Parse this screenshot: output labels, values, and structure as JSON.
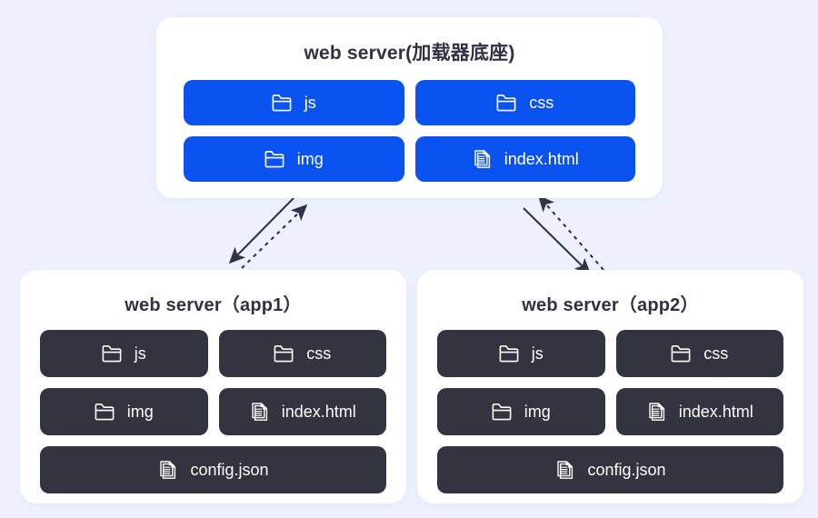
{
  "diagram": {
    "background_color": "#eef1fd",
    "accent_blue": "#0b53f0",
    "chip_dark": "#32353f",
    "card_bg": "#ffffff",
    "arrow_color": "#2f3346"
  },
  "cards": {
    "top": {
      "title": "web server(加载器底座)",
      "chips": [
        {
          "label": "js",
          "icon": "folder-icon"
        },
        {
          "label": "css",
          "icon": "folder-icon"
        },
        {
          "label": "img",
          "icon": "folder-icon"
        },
        {
          "label": "index.html",
          "icon": "document-icon"
        }
      ]
    },
    "app1": {
      "title": "web server（app1）",
      "chips": [
        {
          "label": "js",
          "icon": "folder-icon"
        },
        {
          "label": "css",
          "icon": "folder-icon"
        },
        {
          "label": "img",
          "icon": "folder-icon"
        },
        {
          "label": "index.html",
          "icon": "document-icon"
        },
        {
          "label": "config.json",
          "icon": "document-icon"
        }
      ]
    },
    "app2": {
      "title": "web server（app2）",
      "chips": [
        {
          "label": "js",
          "icon": "folder-icon"
        },
        {
          "label": "css",
          "icon": "folder-icon"
        },
        {
          "label": "img",
          "icon": "folder-icon"
        },
        {
          "label": "index.html",
          "icon": "document-icon"
        },
        {
          "label": "config.json",
          "icon": "document-icon"
        }
      ]
    }
  },
  "connectors": [
    {
      "name": "top-to-app1-solid",
      "style": "solid",
      "from": "web server(加载器底座)",
      "to": "web server（app1）"
    },
    {
      "name": "app1-to-top-dashed",
      "style": "dashed",
      "from": "web server（app1）",
      "to": "web server(加载器底座)"
    },
    {
      "name": "top-to-app2-solid",
      "style": "solid",
      "from": "web server(加载器底座)",
      "to": "web server（app2）"
    },
    {
      "name": "app2-to-top-dashed",
      "style": "dashed",
      "from": "web server（app2）",
      "to": "web server(加载器底座)"
    }
  ]
}
